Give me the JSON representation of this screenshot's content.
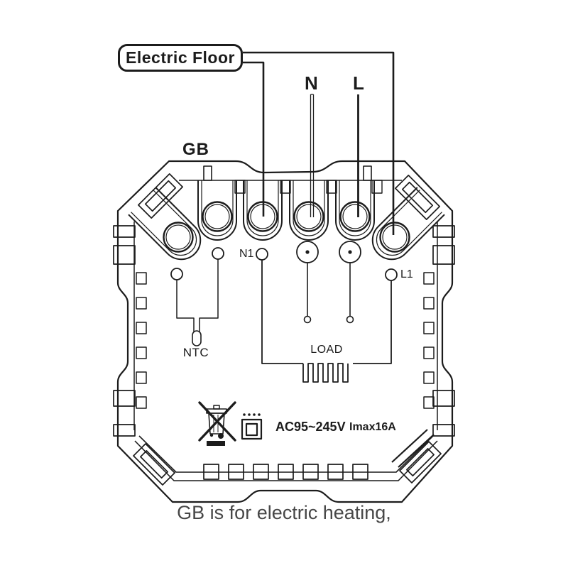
{
  "labels": {
    "source": "Electric Floor",
    "standard": "GB",
    "wire_neutral": "N",
    "wire_live": "L",
    "terminal_n1": "N1",
    "terminal_l1": "L1",
    "sensor": "NTC",
    "load": "LOAD",
    "voltage_rating": "AC95~245V",
    "current_rating": "Imax16A",
    "caption": "GB is for electric heating,"
  },
  "icons": {
    "weee": "weee-crossed-out-bin-icon",
    "class2": "class-ii-double-insulation-icon"
  },
  "colors": {
    "line": "#1c1c1c",
    "caption": "#474747",
    "background": "#ffffff"
  }
}
